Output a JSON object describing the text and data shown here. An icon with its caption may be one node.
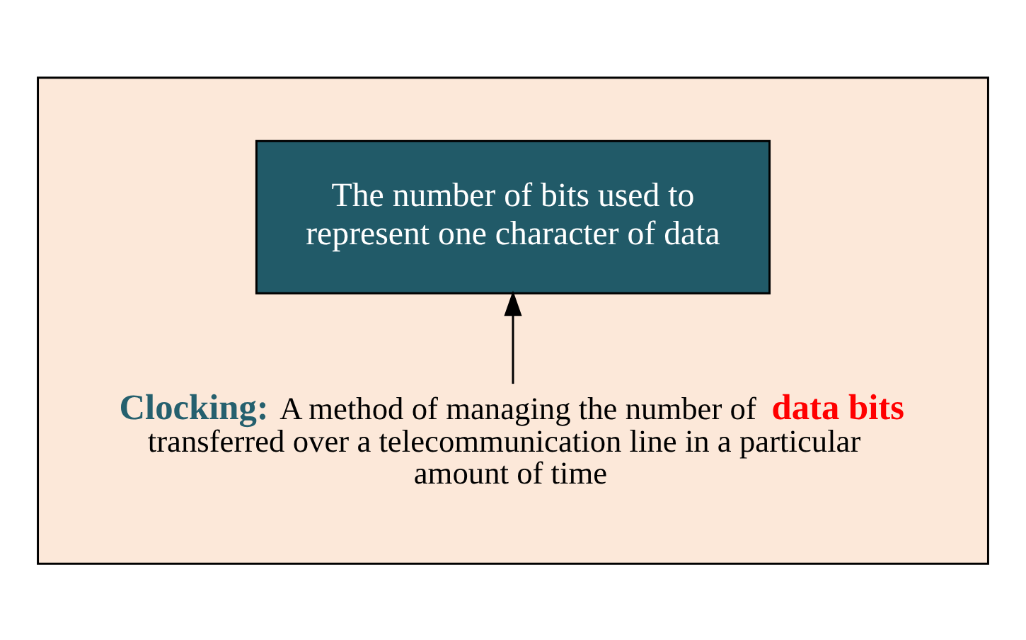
{
  "diagram": {
    "nodes": [
      {
        "text": [],
        "shape": "box"
      },
      {
        "text": [
          "The number of bits used to represent one character of data"
        ],
        "in": 0
      },
      {
        "text": [
          "**Clocking:** A method of managing the number of **data bits** transferred over a telecommunication line in a particular amount of time"
        ],
        "in": 0
      }
    ],
    "edges": [
      {
        "from": 2,
        "to": 1,
        "arrow": "to"
      }
    ]
  }
}
